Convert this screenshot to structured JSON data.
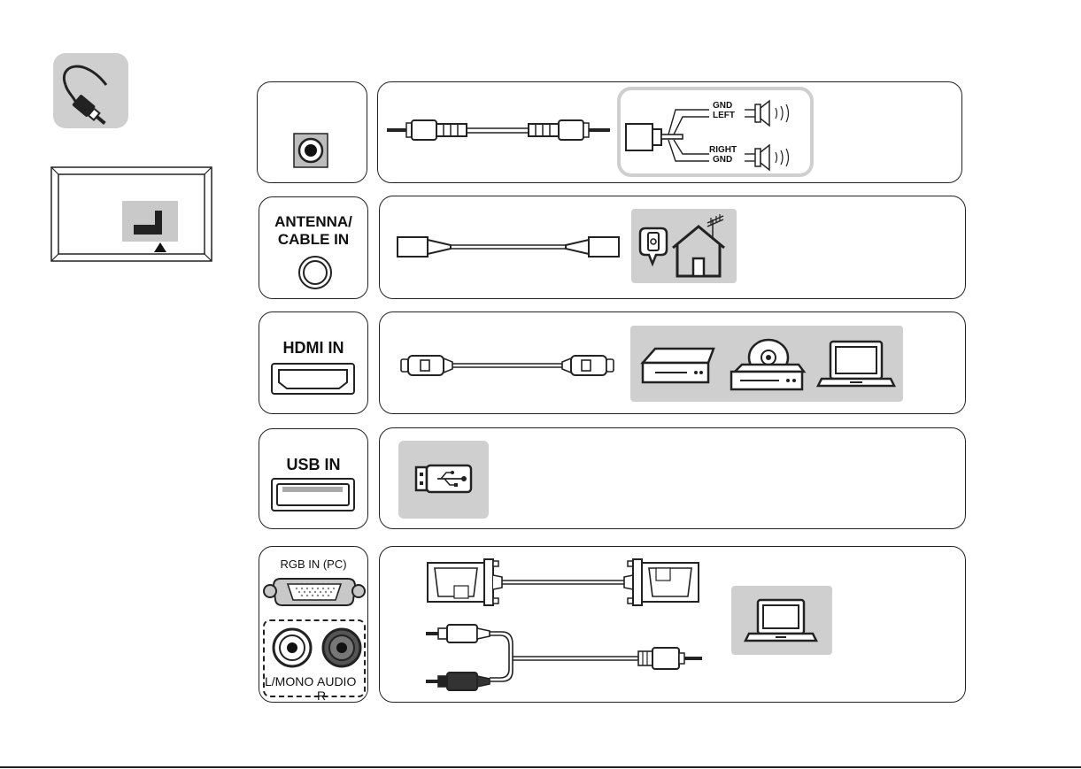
{
  "left_panel": {
    "cable_icon": "cable-connection-icon",
    "tv_rear_icon": "tv-rear-panel-icon"
  },
  "rows": [
    {
      "id": "audio-out",
      "port_label": "",
      "port_icon": "audio-out-jack-icon",
      "cable": "3.5mm-stereo-cable",
      "device_labels": {
        "gnd_top": "GND",
        "left": "LEFT",
        "right": "RIGHT",
        "gnd_bottom": "GND"
      }
    },
    {
      "id": "antenna",
      "port_label_line1": "ANTENNA/",
      "port_label_line2": "CABLE IN",
      "port_icon": "coaxial-jack-icon",
      "cable": "coaxial-cable",
      "device": "wall-socket-and-house-antenna-icon"
    },
    {
      "id": "hdmi",
      "port_label": "HDMI IN",
      "port_icon": "hdmi-port-icon",
      "cable": "hdmi-cable",
      "devices": [
        "set-top-box-icon",
        "dvd-player-icon",
        "laptop-icon"
      ]
    },
    {
      "id": "usb",
      "port_label": "USB IN",
      "port_icon": "usb-port-icon",
      "device": "usb-drive-icon"
    },
    {
      "id": "rgb",
      "port_label": "RGB IN (PC)",
      "audio_label_left": "L/MONO",
      "audio_label_right": "AUDIO R",
      "port_icon": "vga-port-icon",
      "cables": [
        "vga-cable",
        "rca-to-3.5mm-cable"
      ],
      "device": "laptop-icon"
    }
  ]
}
